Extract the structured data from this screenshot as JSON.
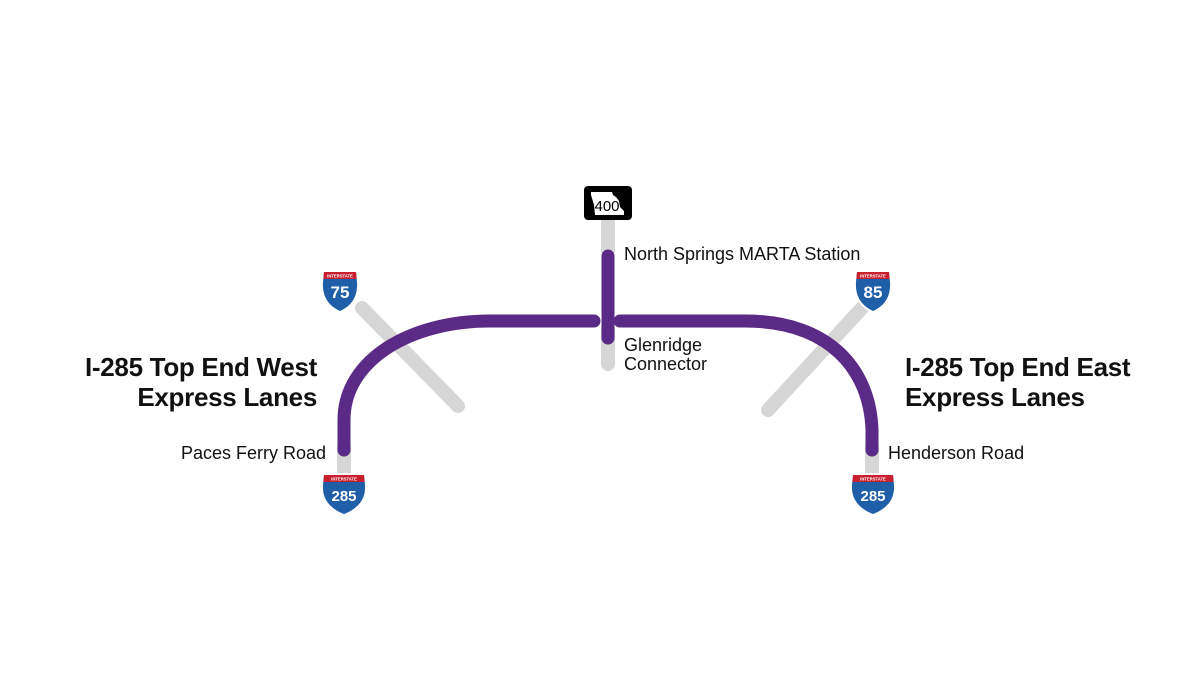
{
  "map": {
    "west_title": [
      "I-285 Top End West",
      "Express Lanes"
    ],
    "east_title": [
      "I-285 Top End East",
      "Express Lanes"
    ],
    "labels": {
      "paces_ferry": "Paces Ferry Road",
      "henderson": "Henderson Road",
      "north_springs": "North Springs MARTA Station",
      "glenridge": [
        "Glenridge",
        "Connector"
      ]
    },
    "shields": {
      "i75": {
        "top": "INTERSTATE",
        "number": "75"
      },
      "i85": {
        "top": "INTERSTATE",
        "number": "85"
      },
      "i285_west": {
        "top": "INTERSTATE",
        "number": "285"
      },
      "i285_east": {
        "top": "INTERSTATE",
        "number": "285"
      },
      "ga400": {
        "number": "400"
      }
    },
    "colors": {
      "express_lanes": "#5b2a86",
      "roads": "#d6d6d6",
      "interstate_blue": "#1f5fa8",
      "interstate_red": "#c8202f"
    }
  }
}
